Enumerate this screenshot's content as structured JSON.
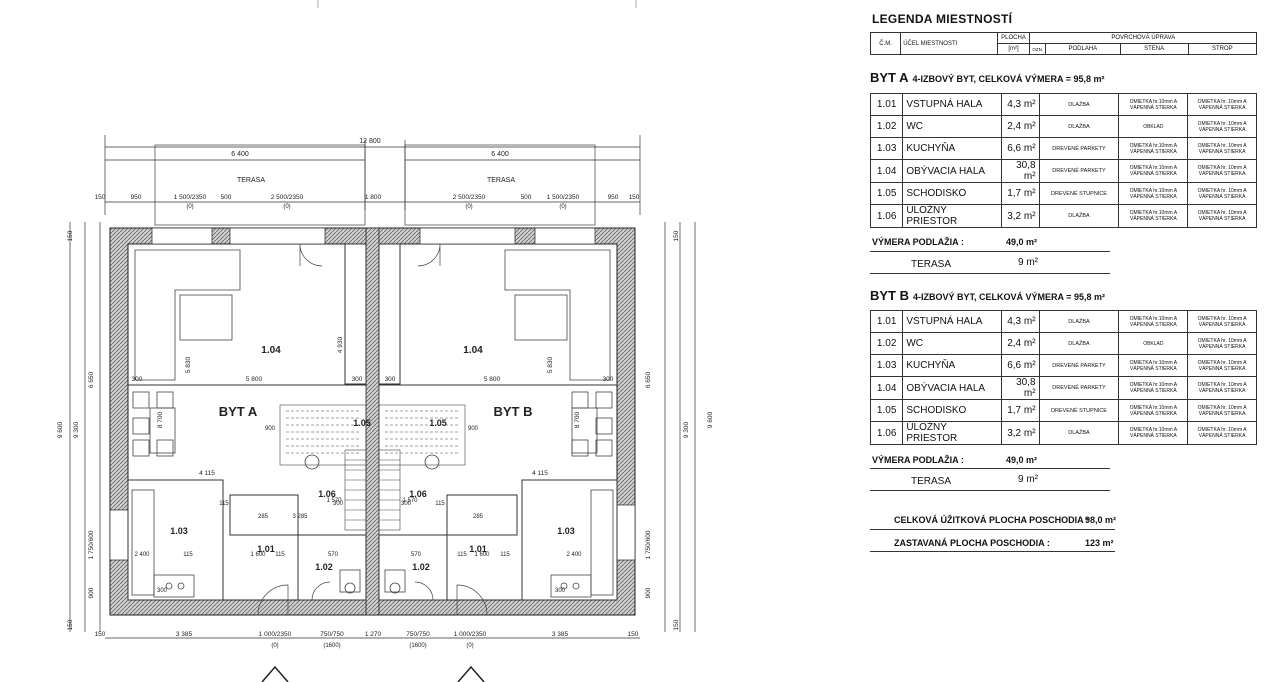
{
  "plan": {
    "overall_width": "12 800",
    "half_width_left": "6 400",
    "half_width_right": "6 400",
    "terrace_left": "TERASA",
    "terrace_right": "TERASA",
    "apt_a_label": "BYT A",
    "apt_b_label": "BYT B",
    "top_dims": [
      "150",
      "950",
      "1 500/2350",
      "500",
      "2 500/2350",
      "1 800",
      "2 500/2350",
      "500",
      "1 500/2350",
      "950",
      "150"
    ],
    "top_dims_sub": [
      "(0)",
      "(0)",
      "(0)",
      "(0)"
    ],
    "mid_dims": [
      "300",
      "5 800",
      "300",
      "300",
      "5 800",
      "300"
    ],
    "lower_dims": [
      "4 115",
      "4 115"
    ],
    "bottom_dims": [
      "150",
      "3 385",
      "1 000/2350",
      "750/750",
      "1 270",
      "750/750",
      "1 000/2350",
      "3 385",
      "150"
    ],
    "bottom_dims_sub": [
      "(0)",
      "(1600)",
      "(1600)",
      "(0)"
    ],
    "left_dims": [
      "150",
      "9 600",
      "9 300",
      "6 650",
      "1 750/600",
      "900",
      "150"
    ],
    "right_dims": [
      "150",
      "9 600",
      "9 300",
      "6 650",
      "1 750/600",
      "900",
      "150"
    ],
    "inner_vert": [
      "5 830",
      "4 930",
      "8 700",
      "5 830",
      "8 700"
    ],
    "rooms": {
      "r104a": "1.04",
      "r104b": "1.04",
      "r105a": "1.05",
      "r105b": "1.05",
      "r106a": "1.06",
      "r106b": "1.06",
      "r103a": "1.03",
      "r103b": "1.03",
      "r101a": "1.01",
      "r101b": "1.01",
      "r102a": "1.02",
      "r102b": "1.02"
    },
    "small_dims": [
      "2 400",
      "115",
      "1 600",
      "115",
      "1 570",
      "1 570",
      "115",
      "1 600",
      "115",
      "2 400",
      "570",
      "570",
      "3 285",
      "285",
      "115",
      "115",
      "285",
      "300",
      "300",
      "900",
      "900",
      "300",
      "300"
    ]
  },
  "legend": {
    "title": "LEGENDA MIESTNOSTÍ",
    "header": {
      "num": "Č.M.",
      "purpose": "ÚČEL MIESTNOSTI",
      "area": "PLOCHA",
      "area_unit": "[m²]",
      "surface": "POVRCHOVÁ ÚPRAVA",
      "code": "OZN.",
      "floor": "PODLAHA",
      "wall": "STENA",
      "ceiling": "STROP"
    },
    "apt_a": {
      "title": "BYT A",
      "subtitle": "4-IZBOVÝ BYT, CELKOVÁ VÝMERA =  95,8 m²",
      "rows": [
        {
          "num": "1.01",
          "name": "VSTUPNÁ HALA",
          "area": "4,3 m²",
          "floor": "DLAŽBA",
          "wall": "OMIETKA hr.10mm A VÁPENNÁ STIERKA",
          "ceil": "OMIETKA hr. 10mm A VÁPENNÁ STIERKA"
        },
        {
          "num": "1.02",
          "name": "WC",
          "area": "2,4 m²",
          "floor": "DLAŽBA",
          "wall": "OBKLAD",
          "ceil": "OMIETKA hr. 10mm A VÁPENNÁ STIERKA"
        },
        {
          "num": "1.03",
          "name": "KUCHYŇA",
          "area": "6,6 m²",
          "floor": "DREVENÉ PARKETY",
          "wall": "OMIETKA hr.10mm A VÁPENNÁ STIERKA",
          "ceil": "OMIETKA hr. 10mm A VÁPENNÁ STIERKA"
        },
        {
          "num": "1.04",
          "name": "OBÝVACIA HALA",
          "area": "30,8 m²",
          "floor": "DREVENÉ PARKETY",
          "wall": "OMIETKA hr.10mm A VÁPENNÁ STIERKA",
          "ceil": "OMIETKA hr. 10mm A VÁPENNÁ STIERKA"
        },
        {
          "num": "1.05",
          "name": "SCHODISKO",
          "area": "1,7 m²",
          "floor": "DREVENÉ STUPNICE",
          "wall": "OMIETKA hr.10mm A VÁPENNÁ STIERKA",
          "ceil": "OMIETKA hr. 10mm A VÁPENNÁ STIERKA"
        },
        {
          "num": "1.06",
          "name": "ÚLOŽNÝ PRIESTOR",
          "area": "3,2 m²",
          "floor": "DLAŽBA",
          "wall": "OMIETKA hr.10mm A VÁPENNÁ STIERKA",
          "ceil": "OMIETKA hr. 10mm A VÁPENNÁ STIERKA"
        }
      ],
      "floor_area_label": "VÝMERA PODLAŽIA :",
      "floor_area": "49,0 m²",
      "terrace_label": "TERASA",
      "terrace_area": "9 m²"
    },
    "apt_b": {
      "title": "BYT B",
      "subtitle": "4-IZBOVÝ BYT, CELKOVÁ VÝMERA =  95,8 m²",
      "rows": [
        {
          "num": "1.01",
          "name": "VSTUPNÁ HALA",
          "area": "4,3 m²",
          "floor": "DLAŽBA",
          "wall": "OMIETKA hr.10mm A VÁPENNÁ STIERKA",
          "ceil": "OMIETKA hr. 10mm A VÁPENNÁ STIERKA"
        },
        {
          "num": "1.02",
          "name": "WC",
          "area": "2,4 m²",
          "floor": "DLAŽBA",
          "wall": "OBKLAD",
          "ceil": "OMIETKA hr. 10mm A VÁPENNÁ STIERKA"
        },
        {
          "num": "1.03",
          "name": "KUCHYŇA",
          "area": "6,6 m²",
          "floor": "DREVENÉ PARKETY",
          "wall": "OMIETKA hr.10mm A VÁPENNÁ STIERKA",
          "ceil": "OMIETKA hr. 10mm A VÁPENNÁ STIERKA"
        },
        {
          "num": "1.04",
          "name": "OBÝVACIA HALA",
          "area": "30,8 m²",
          "floor": "DREVENÉ PARKETY",
          "wall": "OMIETKA hr.10mm A VÁPENNÁ STIERKA",
          "ceil": "OMIETKA hr. 10mm A VÁPENNÁ STIERKA"
        },
        {
          "num": "1.05",
          "name": "SCHODISKO",
          "area": "1,7 m²",
          "floor": "DREVENÉ STUPNICE",
          "wall": "OMIETKA hr.10mm A VÁPENNÁ STIERKA",
          "ceil": "OMIETKA hr. 10mm A VÁPENNÁ STIERKA"
        },
        {
          "num": "1.06",
          "name": "ÚLOŽNÝ PRIESTOR",
          "area": "3,2 m²",
          "floor": "DLAŽBA",
          "wall": "OMIETKA hr.10mm A VÁPENNÁ STIERKA",
          "ceil": "OMIETKA hr. 10mm A VÁPENNÁ STIERKA"
        }
      ],
      "floor_area_label": "VÝMERA PODLAŽIA :",
      "floor_area": "49,0 m²",
      "terrace_label": "TERASA",
      "terrace_area": "9 m²"
    },
    "total_usable_label": "CELKOVÁ ÚŽITKOVÁ PLOCHA POSCHODIA :",
    "total_usable": "98,0 m²",
    "built_up_label": "ZASTAVANÁ PLOCHA POSCHODIA :",
    "built_up": "123 m²"
  }
}
